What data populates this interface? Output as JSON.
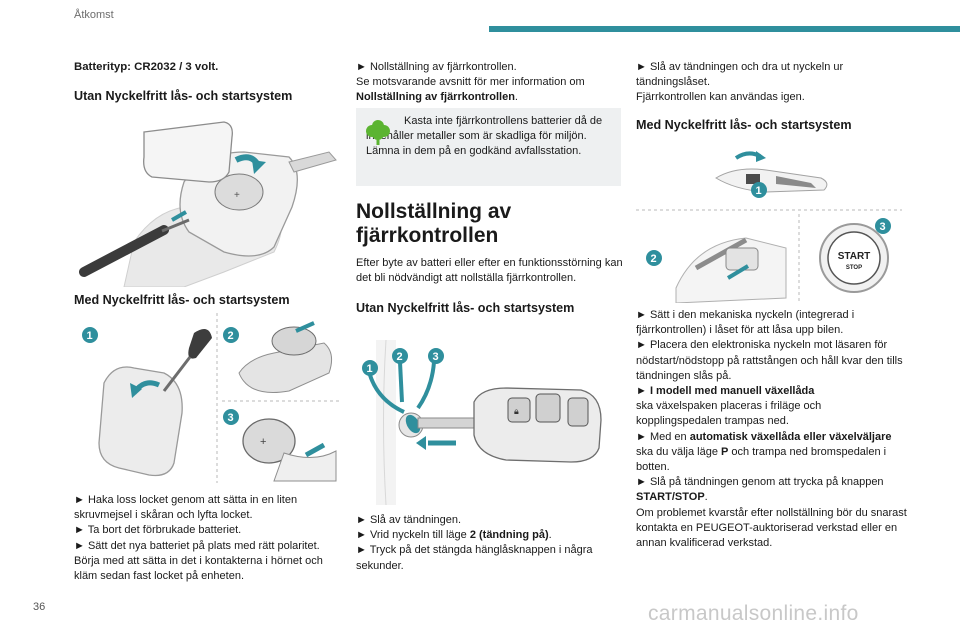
{
  "header": {
    "section": "Åtkomst"
  },
  "page_number": "36",
  "watermark": "carmanualsonline.info",
  "col1": {
    "battery_type": "Batterityp: CR2032 / 3 volt.",
    "heading_without": "Utan Nyckelfritt lås- och startsystem",
    "heading_with": "Med Nyckelfritt lås- och startsystem",
    "steps": [
      "► Haka loss locket genom att sätta in en liten skruvmejsel i skåran och lyfta locket.",
      "► Ta bort det förbrukade batteriet.",
      "► Sätt det nya batteriet på plats med rätt polaritet. Börja med att sätta in det i kontakterna i hörnet och kläm sedan fast locket på enheten."
    ]
  },
  "col2": {
    "reset_step": "► Nollställning av fjärrkontrollen.",
    "reset_ref_pre": "Se motsvarande avsnitt för mer information om ",
    "reset_ref_bold": "Nollställning av fjärrkontrollen",
    "reset_ref_post": ".",
    "notice": "Kasta inte fjärrkontrollens batterier då de innehåller metaller som är skadliga för miljön. Lämna in dem på en godkänd avfallsstation.",
    "section_title": "Nollställning av fjärrkontrollen",
    "intro": "Efter byte av batteri eller efter en funktionsstörning kan det bli nödvändigt att nollställa fjärrkontrollen.",
    "heading_without": "Utan Nyckelfritt lås- och startsystem",
    "step1": "► Slå av tändningen.",
    "step2_pre": "► Vrid nyckeln till läge ",
    "step2_bold": "2 (tändning på)",
    "step2_post": ".",
    "step3": "► Tryck på det stängda hänglåsknappen i några sekunder."
  },
  "col3": {
    "step_off": "► Slå av tändningen och dra ut nyckeln ur tändningslåset.",
    "usable": "Fjärrkontrollen kan användas igen.",
    "heading_with": "Med Nyckelfritt lås- och startsystem",
    "start_label_1": "START",
    "start_label_2": "STOP",
    "s1": "► Sätt i den mekaniska nyckeln (integrerad i fjärrkontrollen) i låset för att låsa upp bilen.",
    "s2": "► Placera den elektroniska nyckeln mot läsaren för nödstart/nödstopp på rattstången och håll kvar den tills tändningen slås på.",
    "s3_bold": "► I modell med manuell växellåda",
    "s3": "ska växelspaken placeras i friläge och kopplingspedalen trampas ned.",
    "s4_pre": "► Med en ",
    "s4_bold": "automatisk växellåda eller växelväljare",
    "s4_mid": " ska du välja läge ",
    "s4_p": "P",
    "s4_post": " och trampa ned bromspedalen i botten.",
    "s5_pre": "► Slå på tändningen genom att trycka på knappen ",
    "s5_bold": "START/STOP",
    "s5_post": ".",
    "s6": "Om problemet kvarstår efter nollställning bör du snarast kontakta en PEUGEOT-auktoriserad verkstad eller en annan kvalificerad verkstad."
  },
  "badges": [
    "1",
    "2",
    "3"
  ],
  "colors": {
    "accent": "#2f8f9d",
    "notice_bg": "#eef0f1",
    "eco_green": "#5bb431"
  }
}
